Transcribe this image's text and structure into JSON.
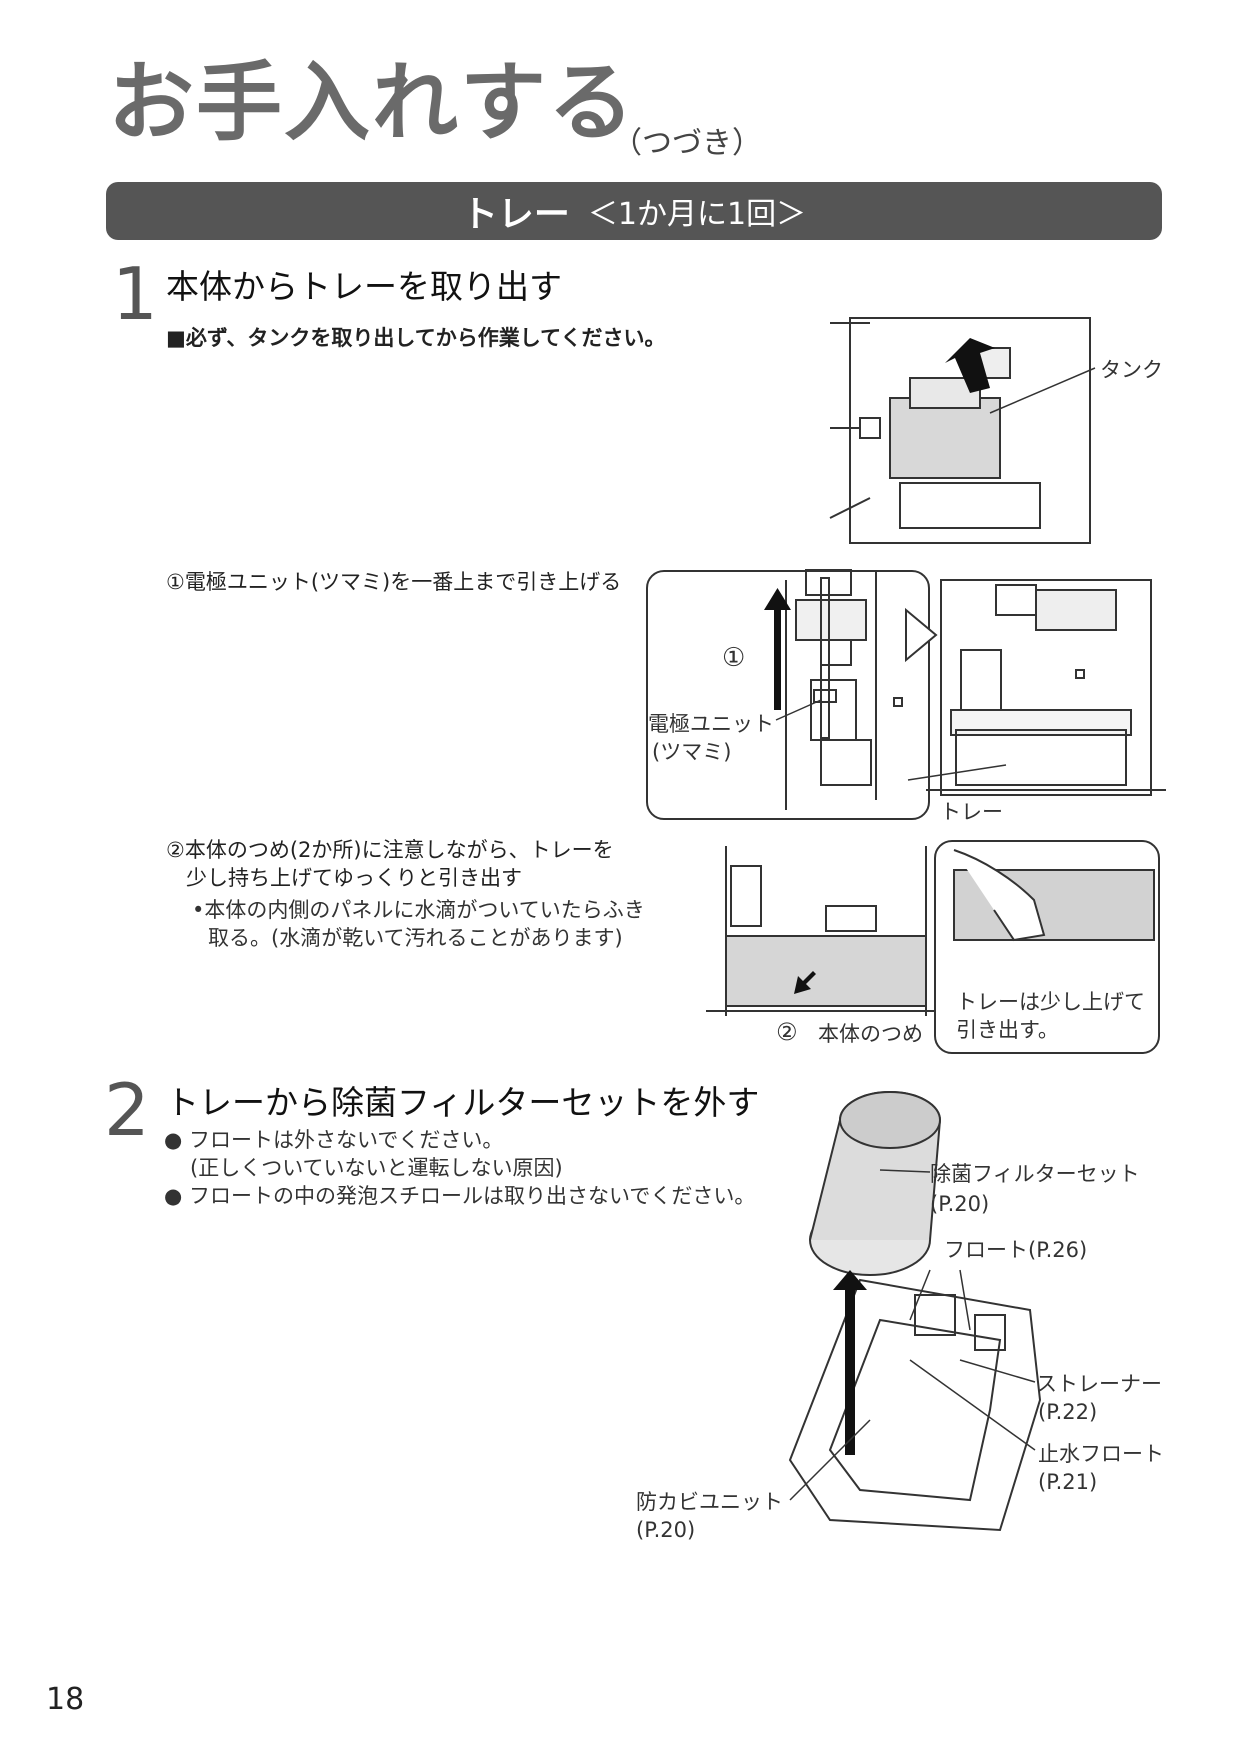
{
  "header": {
    "title": "お手入れする",
    "subtitle": "（つづき）"
  },
  "section": {
    "name": "トレー",
    "frequency": "＜1か月に1回＞"
  },
  "step1": {
    "number": "1",
    "title": "本体からトレーを取り出す",
    "note": "■必ず、タンクを取り出してから作業してください。",
    "label_tank": "タンク",
    "sub1": "①電極ユニット(ツマミ)を一番上まで引き上げる",
    "circle1": "①",
    "electrode_label_1": "電極ユニット",
    "electrode_label_2": "(ツマミ)",
    "tray_label": "トレー",
    "sub2_line1": "②本体のつめ(2か所)に注意しながら、トレーを",
    "sub2_line2": "少し持ち上げてゆっくりと引き出す",
    "bullet_line1": "•本体の内側のパネルに水滴がついていたらふき",
    "bullet_line2": "取る。(水滴が乾いて汚れることがあります)",
    "circle2": "②",
    "claw_label": "本体のつめ",
    "callout_line1": "トレーは少し上げて",
    "callout_line2": "引き出す。"
  },
  "step2": {
    "number": "2",
    "title": "トレーから除菌フィルターセットを外す",
    "note1": "● フロートは外さないでください。",
    "note1b": "(正しくついていないと運転しない原因)",
    "note2": "● フロートの中の発泡スチロールは取り出さないでください。",
    "labels": {
      "filter": "除菌フィルターセット",
      "filter_ref": "(P.20)",
      "float": "フロート(P.26)",
      "strainer": "ストレーナー",
      "strainer_ref": "(P.22)",
      "stop_float": "止水フロート",
      "stop_float_ref": "(P.21)",
      "mold_unit": "防カビユニット",
      "mold_unit_ref": "(P.20)"
    }
  },
  "footer": {
    "page_number": "18"
  }
}
